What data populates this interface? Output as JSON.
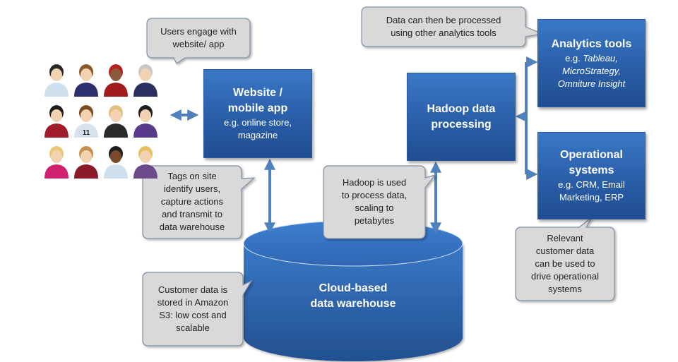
{
  "boxes": {
    "website": {
      "title_line1": "Website /",
      "title_line2": "mobile app",
      "sub_line1": "e.g. online store,",
      "sub_line2": "magazine"
    },
    "hadoop": {
      "title_line1": "Hadoop data",
      "title_line2": "processing"
    },
    "analytics": {
      "title": "Analytics tools",
      "sub_prefix": "e.g. ",
      "sub_line1": "Tableau,",
      "sub_line2": "MicroStrategy,",
      "sub_line3": "Omniture Insight"
    },
    "operational": {
      "title_line1": "Operational",
      "title_line2": "systems",
      "sub_line1": "e.g. CRM, Email",
      "sub_line2": "Marketing, ERP"
    },
    "warehouse": {
      "line1": "Cloud-based",
      "line2": "data warehouse"
    }
  },
  "callouts": {
    "users": [
      "Users engage with",
      "website/ app"
    ],
    "tags": [
      "Tags on site",
      "identify users,",
      "capture actions",
      "and transmit to",
      "data warehouse"
    ],
    "hadoop_used": [
      "Hadoop is used",
      "to process data,",
      "scaling to",
      "petabytes"
    ],
    "analytics": [
      "Data can then be processed",
      "using other analytics tools"
    ],
    "customer_data": [
      "Customer data is",
      "stored in Amazon",
      "S3: low cost and",
      "scalable"
    ],
    "relevant": [
      "Relevant",
      "customer data",
      "can be used to",
      "drive operational",
      "systems"
    ]
  },
  "users_grid": {
    "label": "user-avatars",
    "jersey_number": "11",
    "avatars": [
      {
        "hair": "#2a2a2a",
        "shirt": "#cfe0ef"
      },
      {
        "hair": "#8a5a2a",
        "shirt": "#2e2f6e"
      },
      {
        "hair": "#b52020",
        "shirt": "#a01c1c"
      },
      {
        "hair": "#c8c8c8",
        "shirt": "#2a2f60"
      },
      {
        "hair": "#1e1e1e",
        "shirt": "#a01c2a"
      },
      {
        "hair": "#7a4a20",
        "shirt": "#d8e2ee"
      },
      {
        "hair": "#e0c080",
        "shirt": "#2a2a2a"
      },
      {
        "hair": "#1e1e1e",
        "shirt": "#5a3a8a"
      },
      {
        "hair": "#e8c878",
        "shirt": "#d02070"
      },
      {
        "hair": "#c89050",
        "shirt": "#8a1a2a"
      },
      {
        "hair": "#1e1e1e",
        "shirt": "#cfe0ef"
      },
      {
        "hair": "#e8c060",
        "shirt": "#6a4a8a"
      }
    ],
    "skin": [
      "#f2d2b0",
      "#f2d2b0",
      "#8a5a3a",
      "#f2d2b0",
      "#f2d2b0",
      "#f2d2b0",
      "#f2d2b0",
      "#f2d2b0",
      "#f2d2b0",
      "#f2d2b0",
      "#7a4a2a",
      "#f2d2b0"
    ]
  },
  "colors": {
    "box_blue": "#2f66b3",
    "arrow_blue": "#4f81bd",
    "callout_fill": "#d9d9d9",
    "callout_stroke": "#7f8fa6"
  }
}
